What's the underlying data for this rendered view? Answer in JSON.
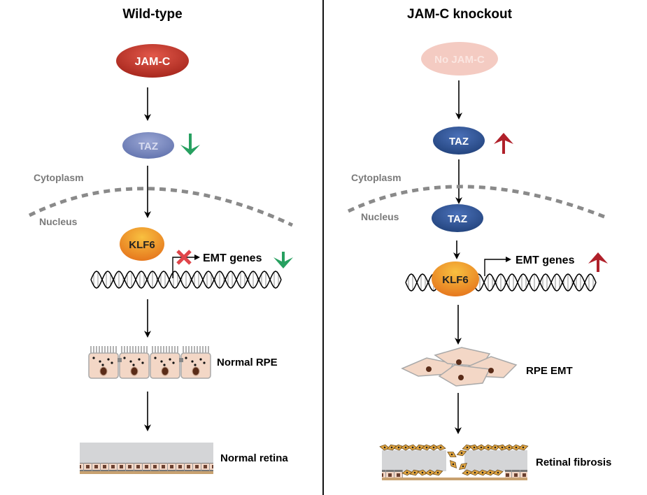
{
  "panels": [
    {
      "title": "Wild-type",
      "upstream": "JAM-C",
      "taz": "TAZ",
      "taz_trend": "down",
      "cytoplasm": "Cytoplasm",
      "nucleus": "Nucleus",
      "klf6": "KLF6",
      "emt_genes": "EMT genes",
      "emt_trend": "down",
      "emt_blocked": true,
      "rpe_label": "Normal RPE",
      "retina_label": "Normal retina"
    },
    {
      "title": "JAM-C knockout",
      "upstream": "No JAM-C",
      "taz": "TAZ",
      "taz_nuclear": "TAZ",
      "taz_trend": "up",
      "cytoplasm": "Cytoplasm",
      "nucleus": "Nucleus",
      "klf6": "KLF6",
      "emt_genes": "EMT genes",
      "emt_trend": "up",
      "emt_blocked": false,
      "rpe_label": "RPE EMT",
      "retina_label": "Retinal fibrosis"
    }
  ],
  "colors": {
    "jamc": "#c8372a",
    "jamc_faded": "#f3c9c0",
    "taz": "#2f5597",
    "taz_faded": "#7f8fc2",
    "klf6": "#f0922a",
    "down_arrow": "#27a060",
    "up_arrow": "#b0202a",
    "block_x": "#e0454a",
    "membrane": "#8a8a8a",
    "compartment_text": "#7a7a7a"
  }
}
